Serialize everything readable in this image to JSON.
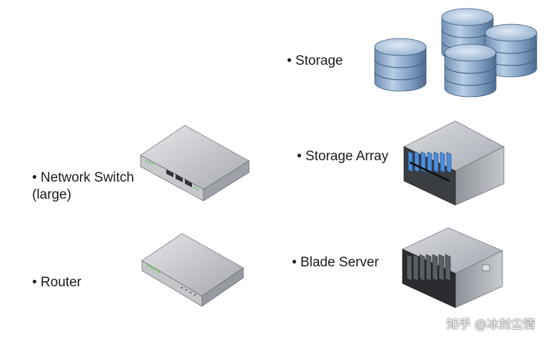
{
  "labels": {
    "storage": "• Storage",
    "storage_array": "• Storage Array",
    "network_switch": "• Network Switch\n(large)",
    "blade_server": "• Blade Server",
    "router": "• Router"
  },
  "icons": {
    "storage": "database-cluster-icon",
    "storage_array": "storage-array-icon",
    "network_switch": "network-switch-icon",
    "blade_server": "blade-server-icon",
    "router": "router-icon"
  },
  "watermark": "知乎 @冰封尘情"
}
